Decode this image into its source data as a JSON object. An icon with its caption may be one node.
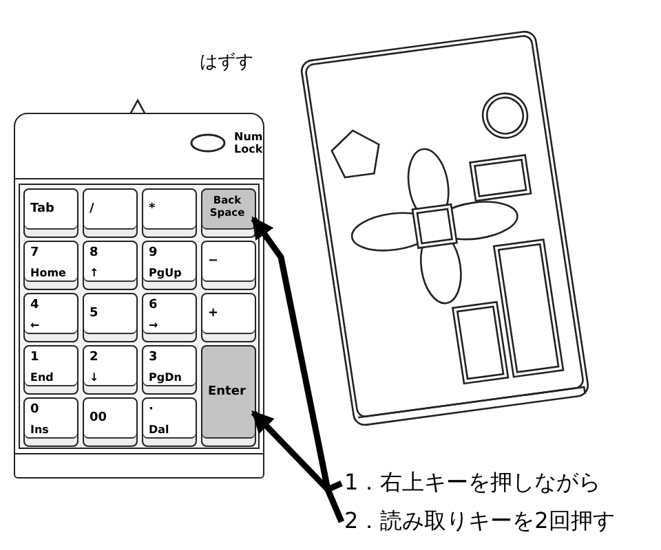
{
  "diagram": {
    "nodes": [
      {
        "text": [
          "Num Lock"
        ]
      },
      {
        "text": [
          "Tab"
        ],
        "in": 0
      },
      {
        "text": [
          "/"
        ],
        "in": 0
      },
      {
        "text": [
          "*"
        ],
        "in": 0
      },
      {
        "text": [
          "Back Space"
        ],
        "in": 0
      },
      {
        "text": [
          "7",
          "Home"
        ],
        "in": 0
      },
      {
        "text": [
          "8",
          "↑"
        ],
        "in": 0
      },
      {
        "text": [
          "9",
          "PgUp"
        ],
        "in": 0
      },
      {
        "text": [
          "−"
        ],
        "in": 0
      },
      {
        "text": [
          "4",
          "←"
        ],
        "in": 0
      },
      {
        "text": [
          "5"
        ],
        "in": 0
      },
      {
        "text": [
          "6",
          "→"
        ],
        "in": 0
      },
      {
        "text": [
          "+"
        ],
        "in": 0
      },
      {
        "text": [
          "1",
          "End"
        ],
        "in": 0
      },
      {
        "text": [
          "2",
          "↓"
        ],
        "in": 0
      },
      {
        "text": [
          "3",
          "PgDn"
        ],
        "in": 0
      },
      {
        "text": [
          "Enter"
        ],
        "in": 0
      },
      {
        "text": [
          "0",
          "Ins"
        ],
        "in": 0
      },
      {
        "text": [
          "00"
        ],
        "in": 0
      },
      {
        "text": [
          "·",
          "Dal"
        ],
        "in": 0
      },
      {
        "text": [
          "1．右上キーを押しながら"
        ]
      },
      {
        "text": [
          "2．読み取りキーを2回押す"
        ]
      }
    ],
    "edges": [
      {
        "from": 20,
        "to": 4,
        "arrow": "to"
      },
      {
        "from": 21,
        "to": 16,
        "arrow": "to"
      }
    ],
    "labels": [
      "はずす"
    ]
  }
}
